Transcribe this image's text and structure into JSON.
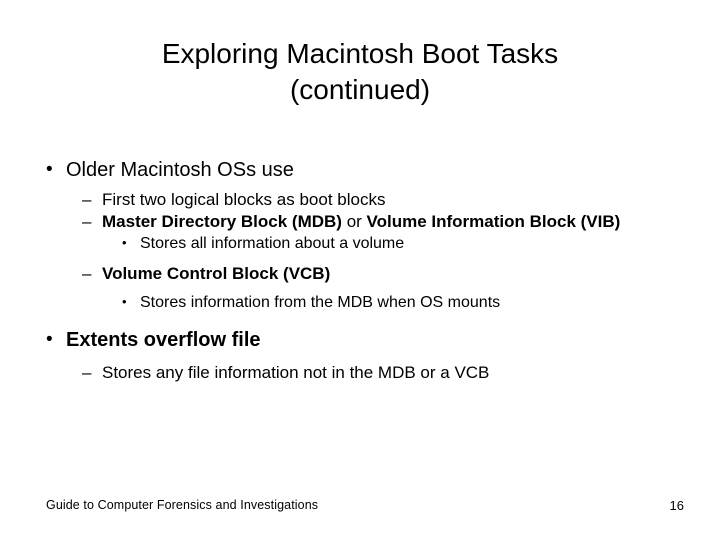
{
  "slide": {
    "title_line1": "Exploring Macintosh Boot Tasks",
    "title_line2": "(continued)",
    "bullets": {
      "b1": "Older Macintosh OSs use",
      "b1_s1": "First two logical blocks as boot blocks",
      "b1_s2_a": "Master Directory Block (MDB)",
      "b1_s2_b": "or",
      "b1_s2_c": "Volume Information Block (VIB)",
      "b1_s2_sub": "Stores all information about a volume",
      "b1_s3": "Volume Control Block (VCB)",
      "b1_s3_sub": "Stores information from the MDB when OS mounts",
      "b2": "Extents overflow file",
      "b2_s1": "Stores any file information not in the MDB or a VCB"
    },
    "marks": {
      "dash": "–",
      "round_bullet": "•"
    },
    "footer_text": "Guide to Computer Forensics and Investigations",
    "page_number": "16"
  }
}
